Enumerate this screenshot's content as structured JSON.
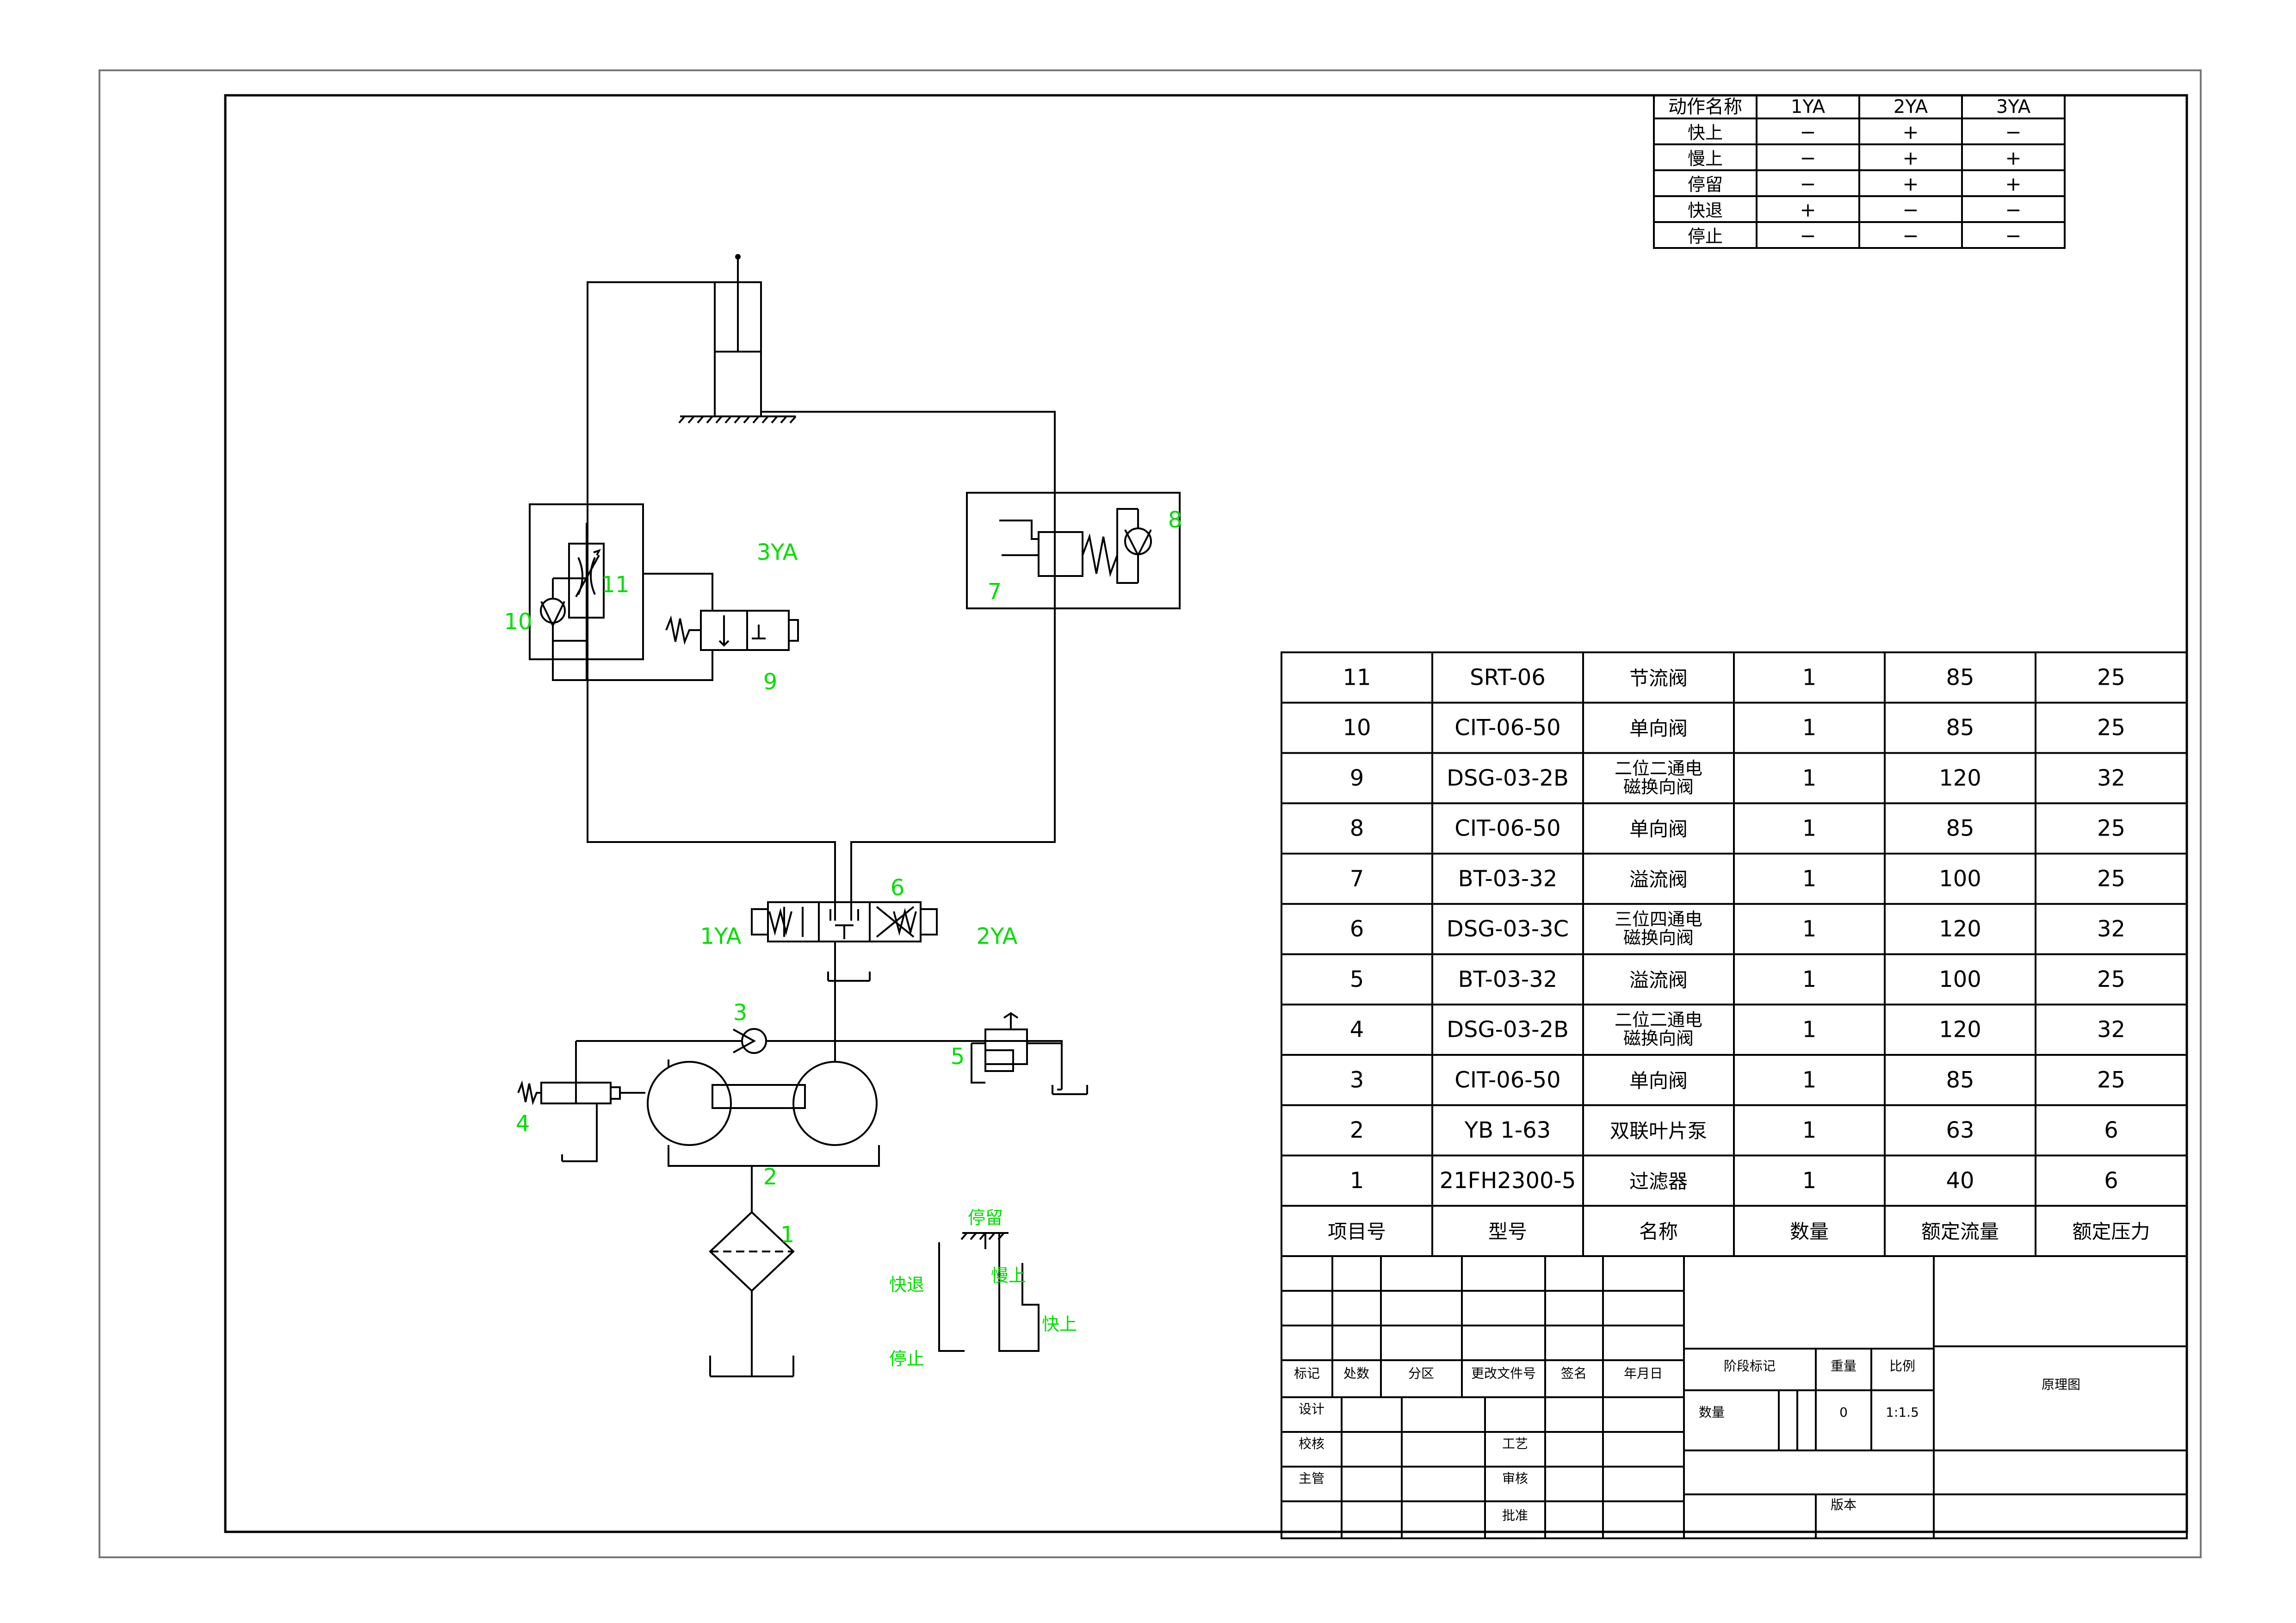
{
  "action_table": {
    "headers": [
      "动作名称",
      "1YA",
      "2YA",
      "3YA"
    ],
    "rows": [
      {
        "name": "快上",
        "v": [
          "−",
          "+",
          "−"
        ]
      },
      {
        "name": "慢上",
        "v": [
          "−",
          "+",
          "+"
        ]
      },
      {
        "name": "停留",
        "v": [
          "−",
          "+",
          "+"
        ]
      },
      {
        "name": "快退",
        "v": [
          "+",
          "−",
          "−"
        ]
      },
      {
        "name": "停止",
        "v": [
          "−",
          "−",
          "−"
        ]
      }
    ]
  },
  "parts_list": {
    "headers": [
      "项目号",
      "型号",
      "名称",
      "数量",
      "额定流量",
      "额定压力"
    ],
    "rows": [
      {
        "no": "11",
        "model": "SRT-06",
        "name": [
          "节流阀"
        ],
        "qty": "1",
        "flow": "85",
        "pressure": "25"
      },
      {
        "no": "10",
        "model": "CIT-06-50",
        "name": [
          "单向阀"
        ],
        "qty": "1",
        "flow": "85",
        "pressure": "25"
      },
      {
        "no": "9",
        "model": "DSG-03-2B",
        "name": [
          "二位二通电",
          "磁换向阀"
        ],
        "qty": "1",
        "flow": "120",
        "pressure": "32"
      },
      {
        "no": "8",
        "model": "CIT-06-50",
        "name": [
          "单向阀"
        ],
        "qty": "1",
        "flow": "85",
        "pressure": "25"
      },
      {
        "no": "7",
        "model": "BT-03-32",
        "name": [
          "溢流阀"
        ],
        "qty": "1",
        "flow": "100",
        "pressure": "25"
      },
      {
        "no": "6",
        "model": "DSG-03-3C",
        "name": [
          "三位四通电",
          "磁换向阀"
        ],
        "qty": "1",
        "flow": "120",
        "pressure": "32"
      },
      {
        "no": "5",
        "model": "BT-03-32",
        "name": [
          "溢流阀"
        ],
        "qty": "1",
        "flow": "100",
        "pressure": "25"
      },
      {
        "no": "4",
        "model": "DSG-03-2B",
        "name": [
          "二位二通电",
          "磁换向阀"
        ],
        "qty": "1",
        "flow": "120",
        "pressure": "32"
      },
      {
        "no": "3",
        "model": "CIT-06-50",
        "name": [
          "单向阀"
        ],
        "qty": "1",
        "flow": "85",
        "pressure": "25"
      },
      {
        "no": "2",
        "model": "YB 1-63",
        "name": [
          "双联叶片泵"
        ],
        "qty": "1",
        "flow": "63",
        "pressure": "6"
      },
      {
        "no": "1",
        "model": "21FH2300-5",
        "name": [
          "过滤器"
        ],
        "qty": "1",
        "flow": "40",
        "pressure": "6"
      }
    ]
  },
  "title_block": {
    "mark": "标记",
    "count": "处数",
    "zone": "分区",
    "change_no": "更改文件号",
    "signature": "签名",
    "date": "年月日",
    "design": "设计",
    "check": "校核",
    "supervisor": "主管",
    "process": "工艺",
    "review": "审核",
    "approve": "批准",
    "stage_mark": "阶段标记",
    "weight": "重量",
    "scale": "比例",
    "quantity": "数量",
    "weight_value": "0",
    "scale_value": "1:1.5",
    "drawing_title": "原理图",
    "version": "版本"
  },
  "diagram_labels": {
    "sol_3ya": "3YA",
    "sol_1ya": "1YA",
    "sol_2ya": "2YA",
    "n1": "1",
    "n2": "2",
    "n3": "3",
    "n4": "4",
    "n5": "5",
    "n6": "6",
    "n7": "7",
    "n8": "8",
    "n9": "9",
    "n10": "10",
    "n11": "11"
  },
  "cycle_diagram": {
    "stay": "停留",
    "slow_up": "慢上",
    "fast_back": "快退",
    "fast_up": "快上",
    "stop": "停止"
  },
  "colors": {
    "line": "#000000",
    "label": "#00dd00"
  }
}
